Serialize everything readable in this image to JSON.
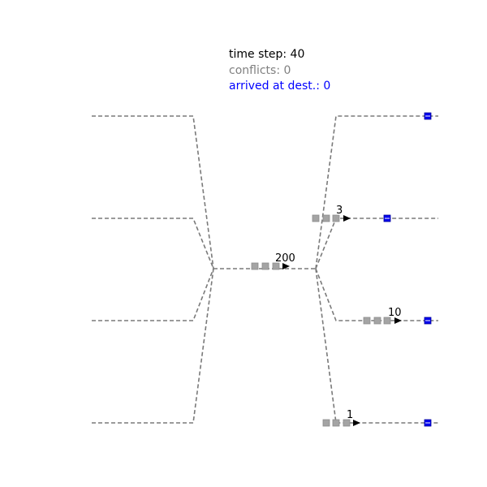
{
  "status": {
    "time_step": "time step: 40",
    "conflicts": "conflicts: 0",
    "arrived": "arrived at dest.: 0",
    "colors": {
      "time_step": "#000000",
      "conflicts": "#808080",
      "arrived": "#0000ff"
    }
  },
  "flows": [
    {
      "id": "trunk",
      "label": "200"
    },
    {
      "id": "branch-2",
      "label": "3"
    },
    {
      "id": "branch-3",
      "label": "10"
    },
    {
      "id": "branch-4",
      "label": "1"
    }
  ],
  "legend_colors": {
    "vehicle": "#a4a4a4",
    "destination": "#0000ee",
    "route": "#7a7a7a"
  }
}
